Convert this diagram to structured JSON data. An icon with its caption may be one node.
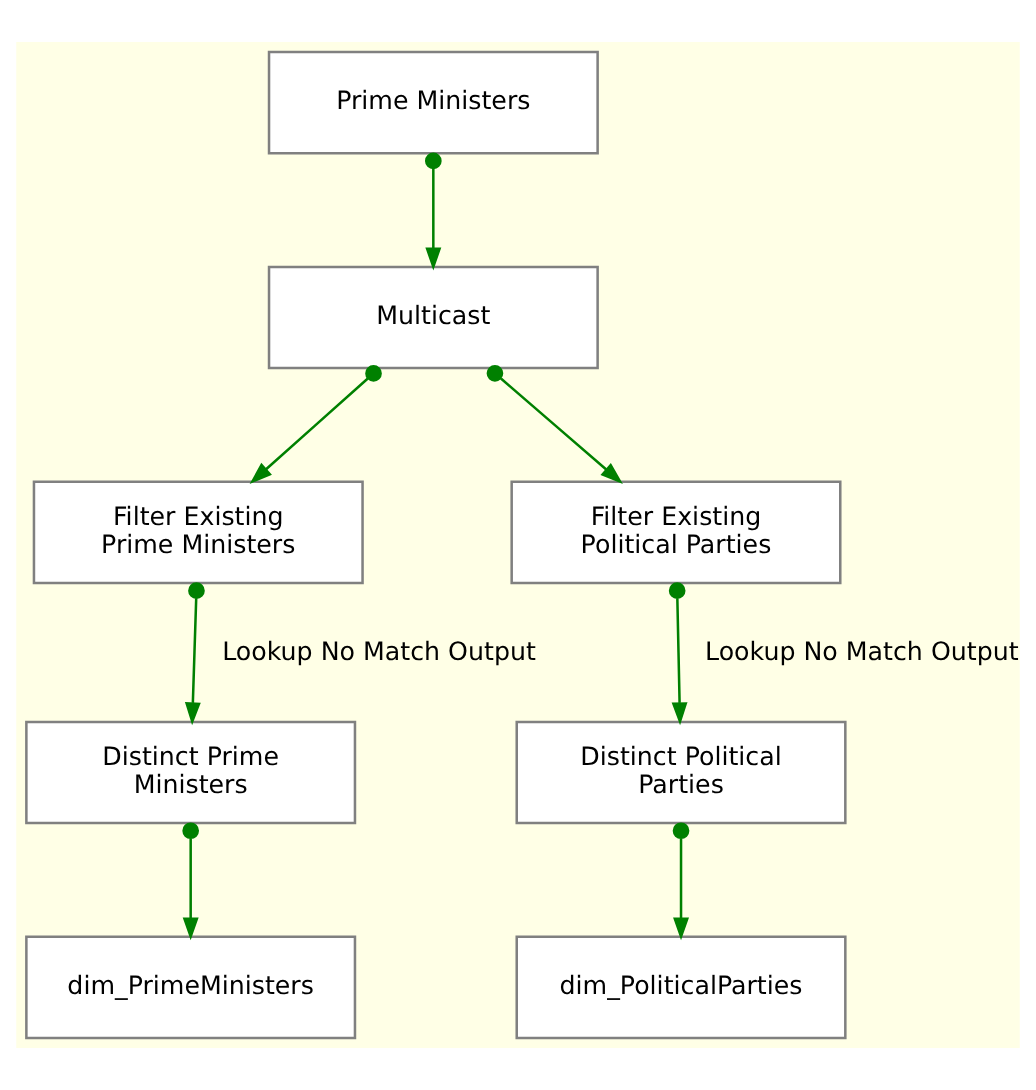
{
  "diagram": {
    "nodes": [
      {
        "text": [
          "Prime Ministers"
        ]
      },
      {
        "text": [
          "Multicast"
        ]
      },
      {
        "text": [
          "Filter Existing Prime Ministers"
        ]
      },
      {
        "text": [
          "Filter Existing Political Parties"
        ]
      },
      {
        "text": [
          "Distinct Prime Ministers"
        ]
      },
      {
        "text": [
          "Distinct Political Parties"
        ]
      },
      {
        "text": [
          "dim_PrimeMinisters"
        ]
      },
      {
        "text": [
          "dim_PoliticalParties"
        ]
      }
    ],
    "edges": [
      {
        "from": 0,
        "to": 1,
        "arrow": "to"
      },
      {
        "from": 1,
        "to": 2,
        "arrow": "to"
      },
      {
        "from": 1,
        "to": 3,
        "arrow": "to"
      },
      {
        "from": 2,
        "to": 4,
        "arrow": "to",
        "label": "Lookup No Match Output"
      },
      {
        "from": 3,
        "to": 5,
        "arrow": "to",
        "label": "Lookup No Match Output"
      },
      {
        "from": 4,
        "to": 6,
        "arrow": "to"
      },
      {
        "from": 5,
        "to": 7,
        "arrow": "to"
      }
    ]
  }
}
